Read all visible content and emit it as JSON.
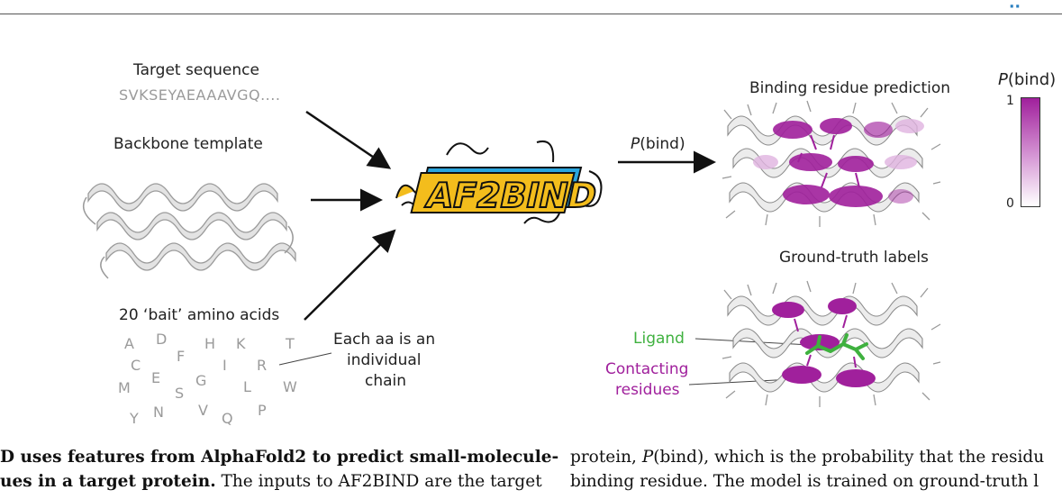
{
  "header": {
    "journal_fragment": "··"
  },
  "figure": {
    "target_sequence_label": "Target sequence",
    "target_sequence": "SVKSEYAEAAAVGQ....",
    "backbone_label": "Backbone template",
    "bait_label": "20 ‘bait’ amino acids",
    "amino_acids": [
      "A",
      "D",
      "H",
      "K",
      "T",
      "C",
      "F",
      "I",
      "R",
      "M",
      "E",
      "G",
      "W",
      "S",
      "L",
      "Y",
      "N",
      "V",
      "Q",
      "P"
    ],
    "aa_note_line1": "Each aa is an",
    "aa_note_line2": "individual",
    "aa_note_line3": "chain",
    "model_name": "AF2BIND",
    "pbind_arrow_italic": "P",
    "pbind_arrow_rest": "(bind)",
    "prediction_title": "Binding residue prediction",
    "colorbar_title_italic": "P",
    "colorbar_title_rest": "(bind)",
    "colorbar_max": "1",
    "colorbar_min": "0",
    "ground_truth_title": "Ground-truth labels",
    "ligand_label": "Ligand",
    "contacting_line1": "Contacting",
    "contacting_line2": "residues",
    "colors": {
      "magenta": "#a0209c",
      "ligand_green": "#3fb13f",
      "af2_yellow": "#f3bd1c",
      "af2_blue": "#2aa6df"
    }
  },
  "caption": {
    "left_line1": "D uses features from AlphaFold2 to predict small-molecule-",
    "left_line2_bold": "ues in a target protein.",
    "left_line2_rest": " The inputs to AF2BIND are the target",
    "right_line1_a": "protein, ",
    "right_line1_italic": "P",
    "right_line1_b": "(bind), which is the probability that the residu",
    "right_line2": "binding residue. The model is trained on ground-truth l"
  }
}
